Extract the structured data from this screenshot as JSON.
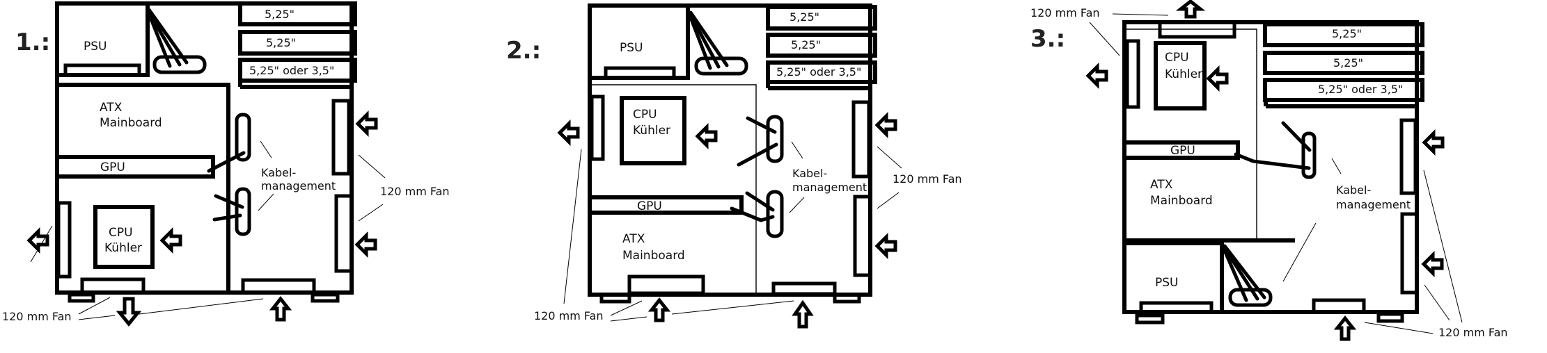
{
  "diagrams": [
    {
      "number_label": "1.:",
      "psu": "PSU",
      "bays": [
        "5,25\"",
        "5,25\"",
        "5,25\" oder 3,5\""
      ],
      "mainboard": [
        "ATX",
        "Mainboard"
      ],
      "gpu": "GPU",
      "cpu_cooler": [
        "CPU",
        "Kühler"
      ],
      "cable_management": [
        "Kabel-",
        "management"
      ],
      "fan_labels": [
        "120 mm Fan",
        "120 mm Fan"
      ]
    },
    {
      "number_label": "2.:",
      "psu": "PSU",
      "bays": [
        "5,25\"",
        "5,25\"",
        "5,25\" oder 3,5\""
      ],
      "mainboard": [
        "ATX",
        "Mainboard"
      ],
      "gpu": "GPU",
      "cpu_cooler": [
        "CPU",
        "Kühler"
      ],
      "cable_management": [
        "Kabel-",
        "management"
      ],
      "fan_labels": [
        "120 mm Fan",
        "120 mm Fan"
      ]
    },
    {
      "number_label": "3.:",
      "psu": "PSU",
      "bays": [
        "5,25\"",
        "5,25\"",
        "5,25\" oder 3,5\""
      ],
      "mainboard": [
        "ATX",
        "Mainboard"
      ],
      "gpu": "GPU",
      "cpu_cooler": [
        "CPU",
        "Kühler"
      ],
      "cable_management": [
        "Kabel-",
        "management"
      ],
      "fan_labels": [
        "120 mm Fan",
        "120 mm Fan"
      ]
    }
  ]
}
